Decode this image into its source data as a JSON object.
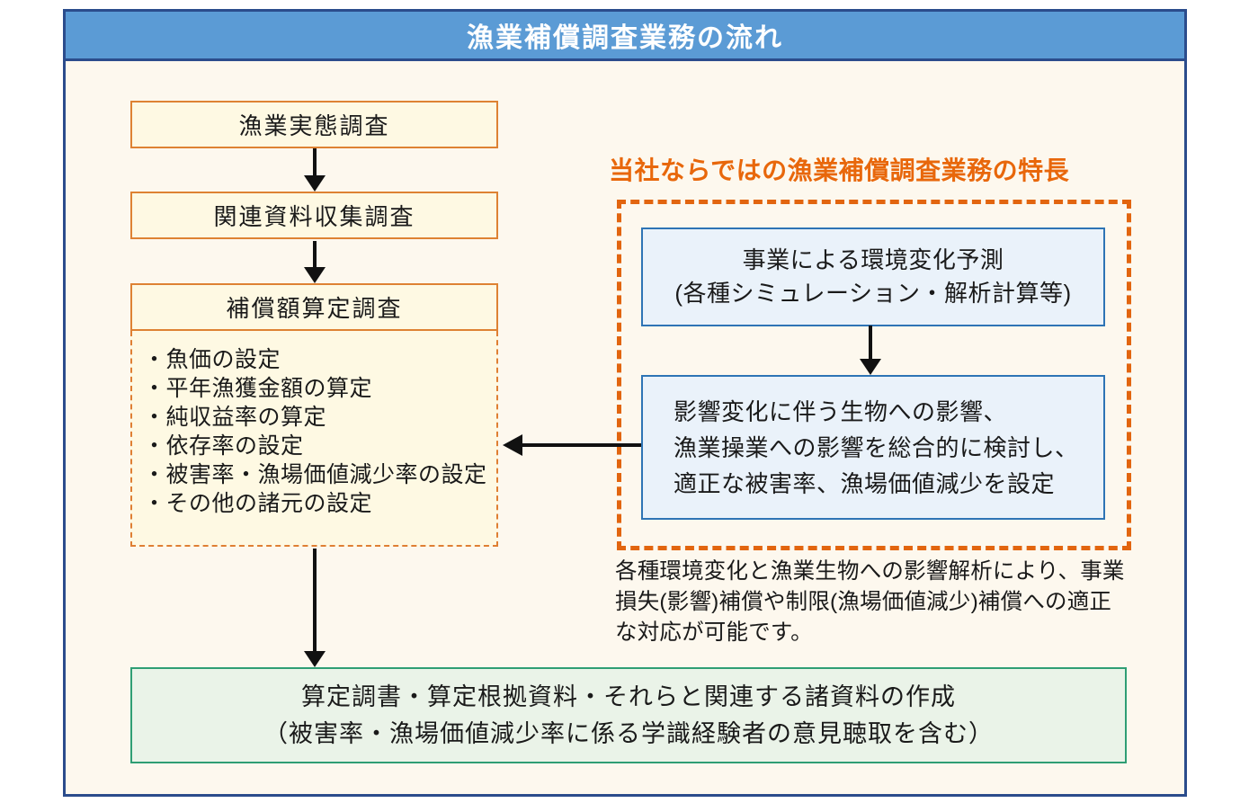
{
  "title": "漁業補償調査業務の流れ",
  "left_flow": {
    "step1": "漁業実態調査",
    "step2": "関連資料収集調査",
    "step3": "補償額算定調査",
    "details": [
      "・魚価の設定",
      "・平年漁獲金額の算定",
      "・純収益率の算定",
      "・依存率の設定",
      "・被害率・漁場価値減少率の設定",
      "・その他の諸元の設定"
    ]
  },
  "feature": {
    "heading": "当社ならではの漁業補償調査業務の特長",
    "box1": {
      "line1": "事業による環境変化予測",
      "line2": "(各種シミュレーション・解析計算等)"
    },
    "box2": {
      "line1": "影響変化に伴う生物への影響、",
      "line2": "漁業操業への影響を総合的に検討し、",
      "line3": "適正な被害率、漁場価値減少を設定"
    },
    "note": {
      "line1": "各種環境変化と漁業生物への影響解析により、事業",
      "line2": "損失(影響)補償や制限(漁場価値減少)補償への適正",
      "line3": "な対応が可能です。"
    }
  },
  "output_box": {
    "line1": "算定調書・算定根拠資料・それらと関連する諸資料の作成",
    "line2": "（被害率・漁場価値減少率に係る学識経験者の意見聴取を含む）"
  },
  "colors": {
    "header_bg": "#5b9bd5",
    "frame_border": "#2b4c8c",
    "content_bg": "#fdf8ee",
    "flow_box_border": "#de8233",
    "flow_box_bg": "#fef9e3",
    "feature_border": "#e2650f",
    "feature_heading_text": "#e8670b",
    "info_box_border": "#2e74b5",
    "info_box_bg": "#eaf2fa",
    "output_box_border": "#2f9e74",
    "output_box_bg": "#eaf3e8",
    "arrow": "#111111",
    "title_text": "#ffffff"
  }
}
